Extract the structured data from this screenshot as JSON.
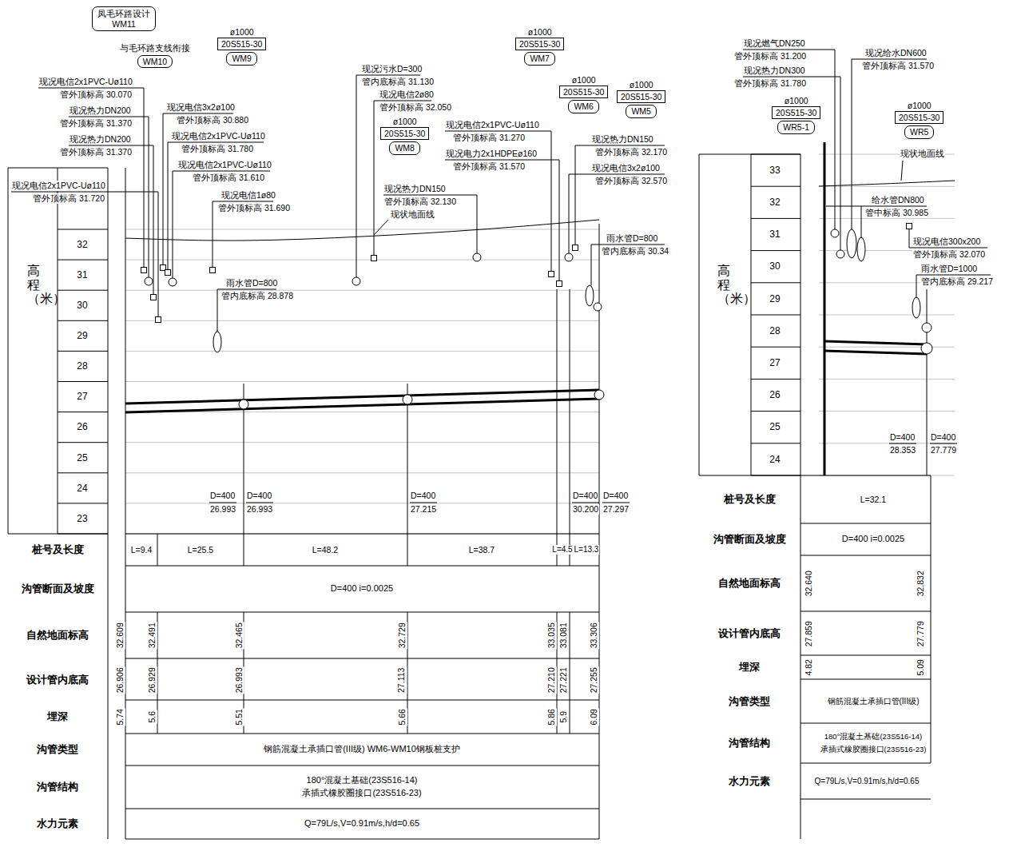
{
  "diagram": {
    "nodes": [
      {
        "text": [
          "凤毛环路设计",
          "WM11"
        ]
      },
      {
        "text": [
          "与毛环路支线衔接",
          "WM10"
        ]
      },
      {
        "text": [
          "ø1000",
          "20S515-30",
          "WM9"
        ]
      },
      {
        "text": [
          "ø1000",
          "20S515-30",
          "WM8"
        ]
      },
      {
        "text": [
          "ø1000",
          "20S515-30",
          "WM7"
        ]
      },
      {
        "text": [
          "ø1000",
          "20S515-30",
          "WM6"
        ]
      },
      {
        "text": [
          "ø1000",
          "20S515-30",
          "WM5"
        ]
      },
      {
        "text": [
          "ø1000",
          "20S515-30",
          "WR5-1"
        ]
      },
      {
        "text": [
          "ø1000",
          "20S515-30",
          "WR5"
        ]
      }
    ],
    "labels": [
      "现况电信2x1PVC-Uø110",
      "管外顶标高 30.070",
      "现况热力DN200",
      "管外顶标高 31.370",
      "现况热力DN200",
      "管外顶标高 31.370",
      "现况电信2x1PVC-Uø110",
      "管外顶标高 31.720",
      "现况电信3x2ø100",
      "管外顶标高 30.880",
      "现况电信2x1PVC-Uø110",
      "管外顶标高 31.780",
      "现况电信2x1PVC-Uø110",
      "管外顶标高 31.610",
      "现况电信1ø80",
      "管外顶标高 31.690",
      "雨水管D=800",
      "管内底标高 28.878",
      "现况污水D=300",
      "管内底标高 31.130",
      "现况电信2ø80",
      "管外顶标高 32.050",
      "现况电信2x1PVC-Uø110",
      "管外顶标高 31.270",
      "现况电力2x1HDPEø160",
      "管外顶标高 31.570",
      "现况热力DN150",
      "管外顶标高 32.130",
      "现状地面线",
      "现况热力DN150",
      "管外顶标高 32.170",
      "现况电信3x2ø100",
      "管外顶标高 32.570",
      "雨水管D=800",
      "管内底标高 30.34",
      "高程（米）",
      "32",
      "31",
      "30",
      "29",
      "28",
      "27",
      "26",
      "25",
      "24",
      "23",
      "D=400",
      "26.993",
      "D=400",
      "26.993",
      "D=400",
      "27.215",
      "D=400",
      "30.200",
      "D=400",
      "27.297",
      "桩号及长度",
      "沟管断面及坡度",
      "自然地面标高",
      "设计管内底高",
      "埋深",
      "沟管类型",
      "沟管结构",
      "水力元素",
      "L=9.4",
      "L=25.5",
      "L=48.2",
      "L=38.7",
      "L=4.5",
      "L=13.3",
      "D=400 i=0.0025",
      "32.609",
      "32.491",
      "32.465",
      "32.729",
      "33.035",
      "33.081",
      "33.306",
      "26.906",
      "26.929",
      "26.993",
      "27.113",
      "27.210",
      "27.221",
      "27.255",
      "5.74",
      "5.6",
      "5.51",
      "5.66",
      "5.86",
      "5.9",
      "6.09",
      "钢筋混凝土承插口管(III级) WM6-WM10钢板桩支护",
      "180°混凝土基础(23S516-14)",
      "承插式橡胶圈接口(23S516-23)",
      "Q=79L/s,V=0.91m/s,h/d=0.65",
      "现况燃气DN250",
      "管外顶标高 31.200",
      "现况热力DN300",
      "管外顶标高 31.780",
      "现况给水DN600",
      "管外顶标高 31.570",
      "现状地面线",
      "给水管DN800",
      "管中标高 30.985",
      "现况电信300x200",
      "管外顶标高 32.070",
      "雨水管D=1000",
      "管内底标高 29.217",
      "高程（米）",
      "33",
      "32",
      "31",
      "30",
      "29",
      "28",
      "27",
      "26",
      "25",
      "24",
      "D=400",
      "28.353",
      "D=400",
      "27.779",
      "桩号及长度",
      "沟管断面及坡度",
      "自然地面标高",
      "设计管内底高",
      "埋深",
      "沟管类型",
      "沟管结构",
      "水力元素",
      "L=32.1",
      "D=400 i=0.0025",
      "32.640",
      "32.832",
      "27.859",
      "27.779",
      "4.82",
      "5.09",
      "钢筋混凝土承插口管(III级)",
      "180°混凝土基础(23S516-14)",
      "承插式橡胶圈接口(23S516-23)",
      "Q=79L/s,V=0.91m/s,h/d=0.65"
    ]
  }
}
